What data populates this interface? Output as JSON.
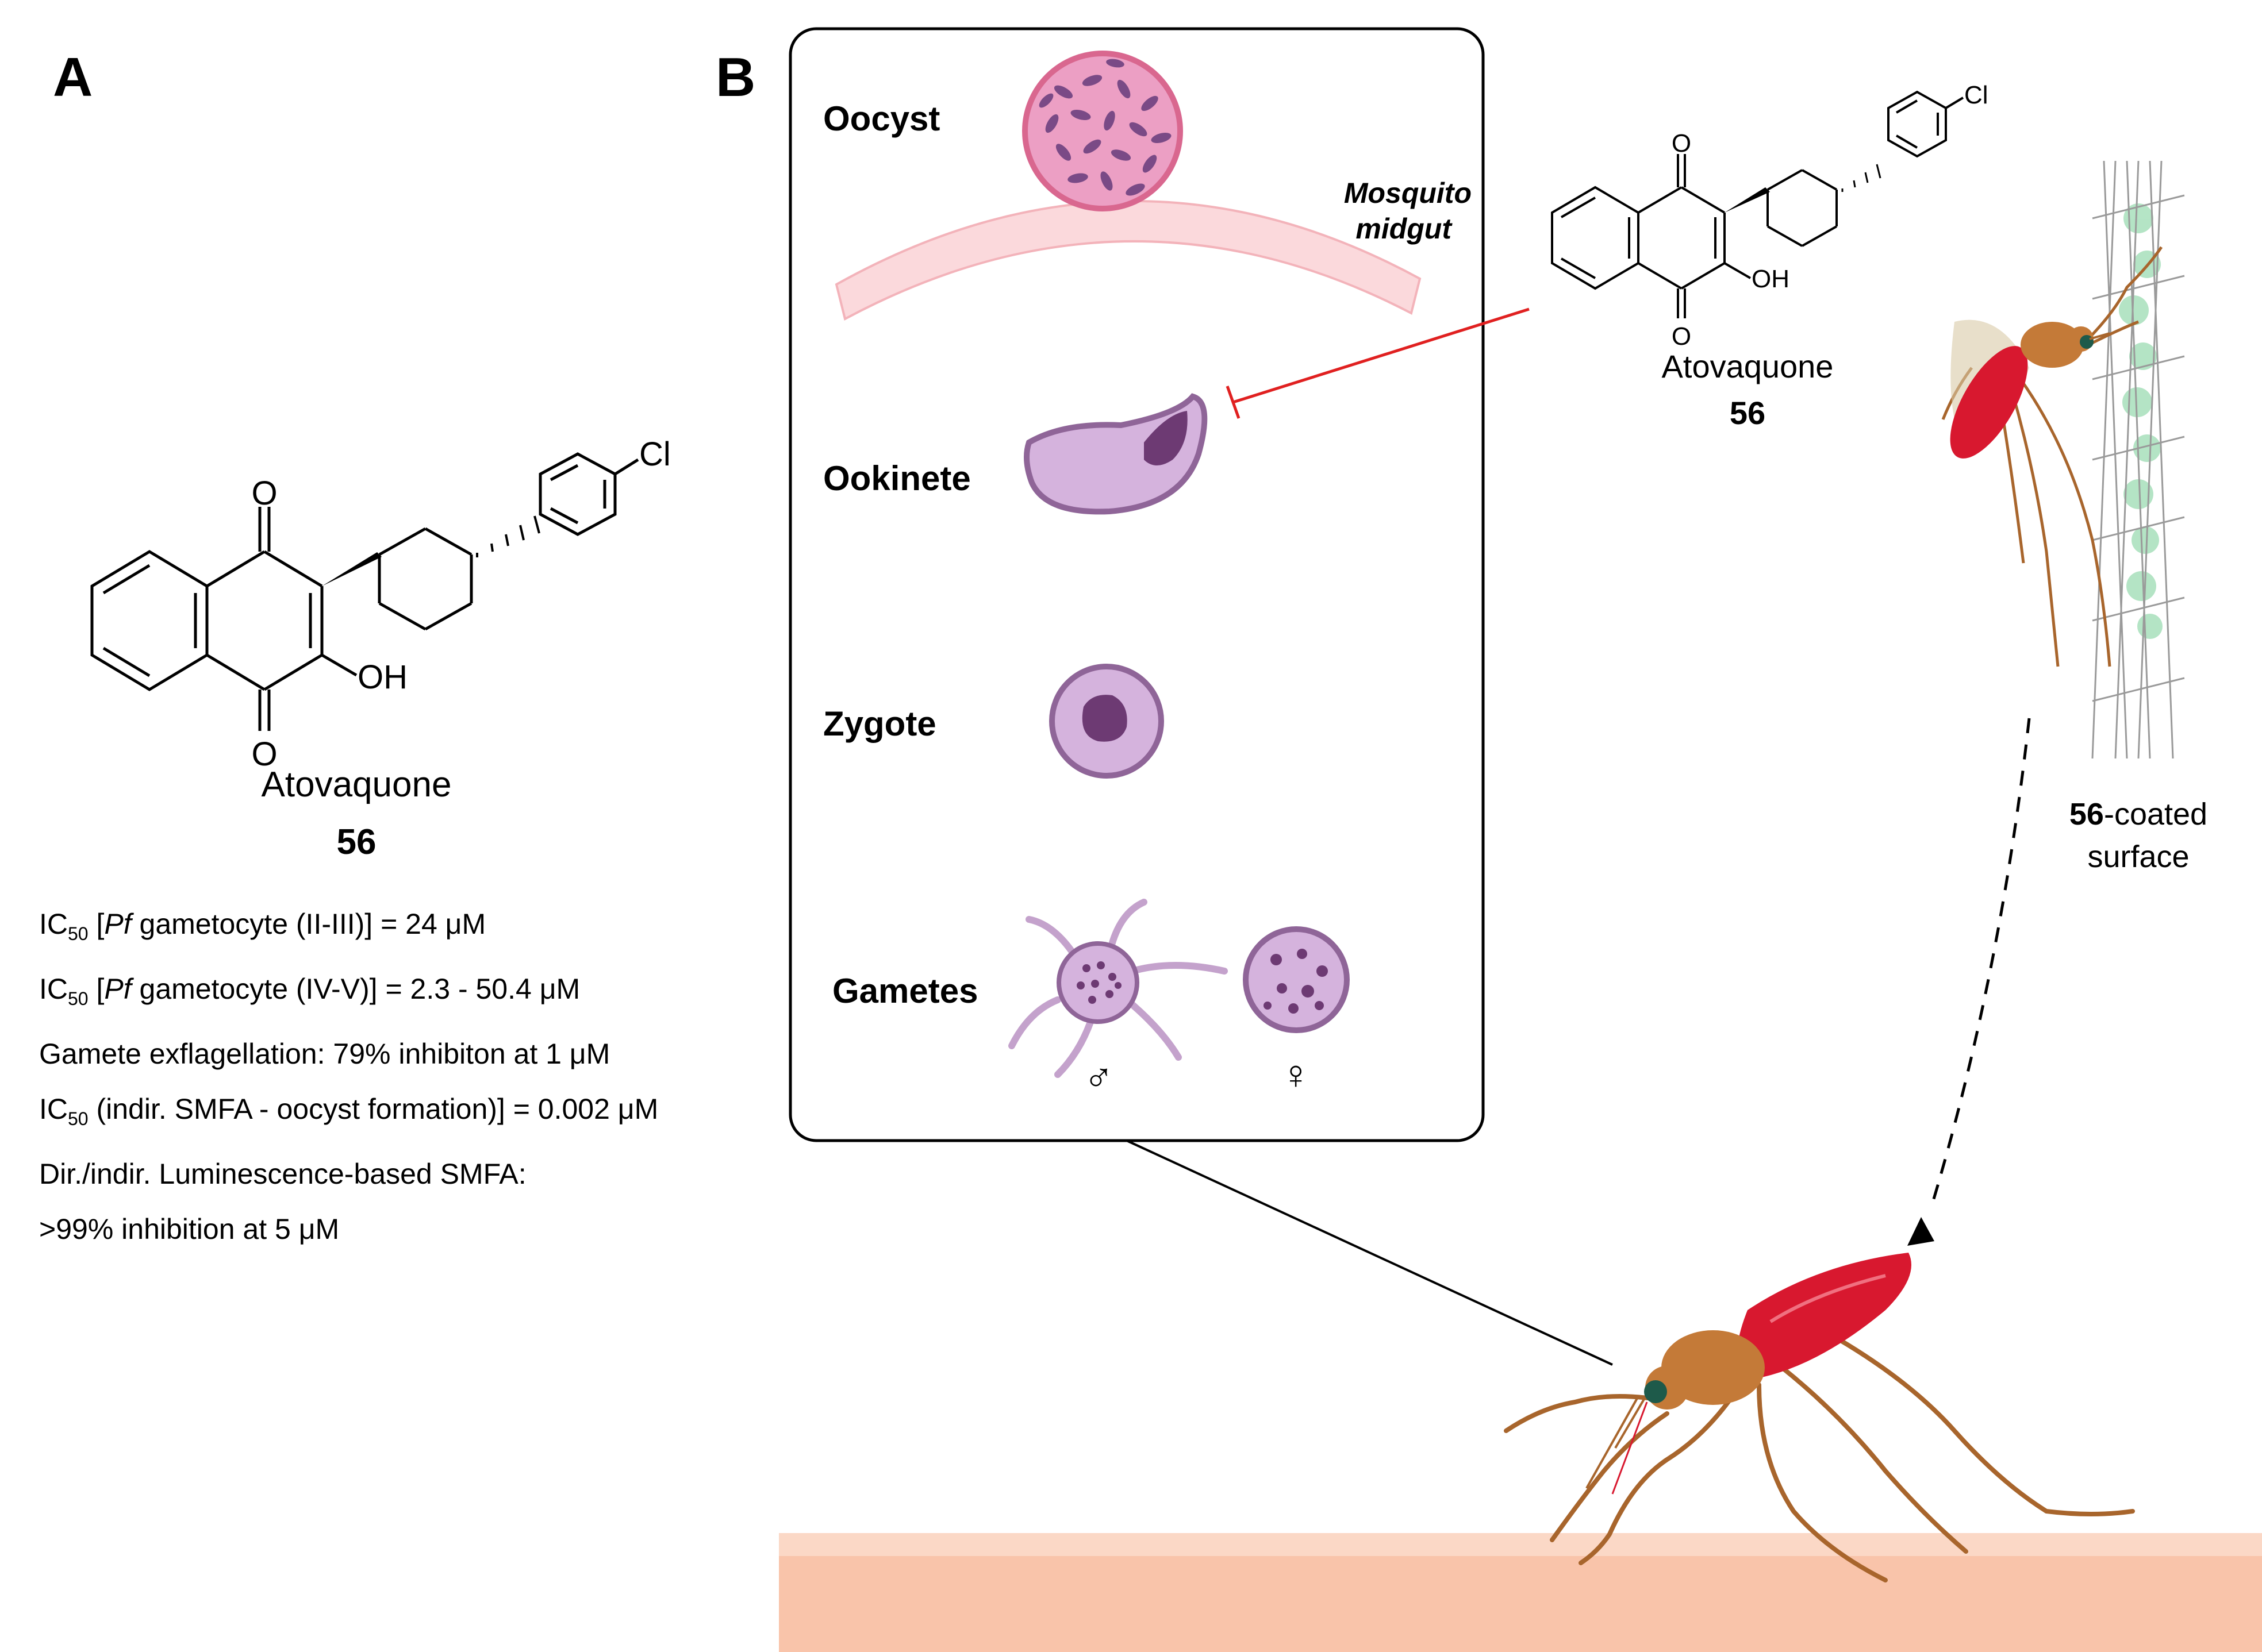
{
  "panel_a": {
    "letter": "A",
    "compound_name": "Atovaquone",
    "compound_number": "56",
    "atoms": {
      "O_top": "O",
      "O_bottom": "O",
      "OH": "OH",
      "Cl": "Cl"
    },
    "properties": [
      {
        "pre": "IC",
        "sub": "50",
        "mid": " [",
        "italic": "Pf",
        "post": " gametocyte (II-III)] = 24 μM"
      },
      {
        "pre": "IC",
        "sub": "50",
        "mid": " [",
        "italic": "Pf",
        "post": " gametocyte (IV-V)] = 2.3 - 50.4 μM"
      },
      {
        "text": "Gamete exflagellation: 79% inhibiton at 1 μM"
      },
      {
        "pre": "IC",
        "sub": "50",
        "post": " (indir. SMFA - oocyst formation)] = 0.002 μM"
      },
      {
        "text": "Dir./indir. Luminescence-based SMFA:"
      },
      {
        "text": ">99% inhibition at 5 μM"
      }
    ]
  },
  "panel_b": {
    "letter": "B",
    "stages": {
      "oocyst": "Oocyst",
      "ookinete": "Ookinete",
      "zygote": "Zygote",
      "gametes": "Gametes"
    },
    "midgut_label_line1": "Mosquito",
    "midgut_label_line2": "midgut",
    "male_symbol": "♂",
    "female_symbol": "♀",
    "compound_name": "Atovaquone",
    "compound_number": "56",
    "atoms": {
      "O_top": "O",
      "O_bottom": "O",
      "OH": "OH",
      "Cl": "Cl"
    },
    "coated_bold": "56",
    "coated_rest": "-coated",
    "coated_line2": "surface"
  },
  "colors": {
    "inhibition_line": "#e02020",
    "oocyst_fill": "#ec9fc4",
    "parasite_fill": "#c9a6d3",
    "parasite_dark": "#6d3a73",
    "skin": "#f9c4aa",
    "mosquito_body": "#c47a38",
    "mosquito_abdomen": "#d8182f"
  }
}
